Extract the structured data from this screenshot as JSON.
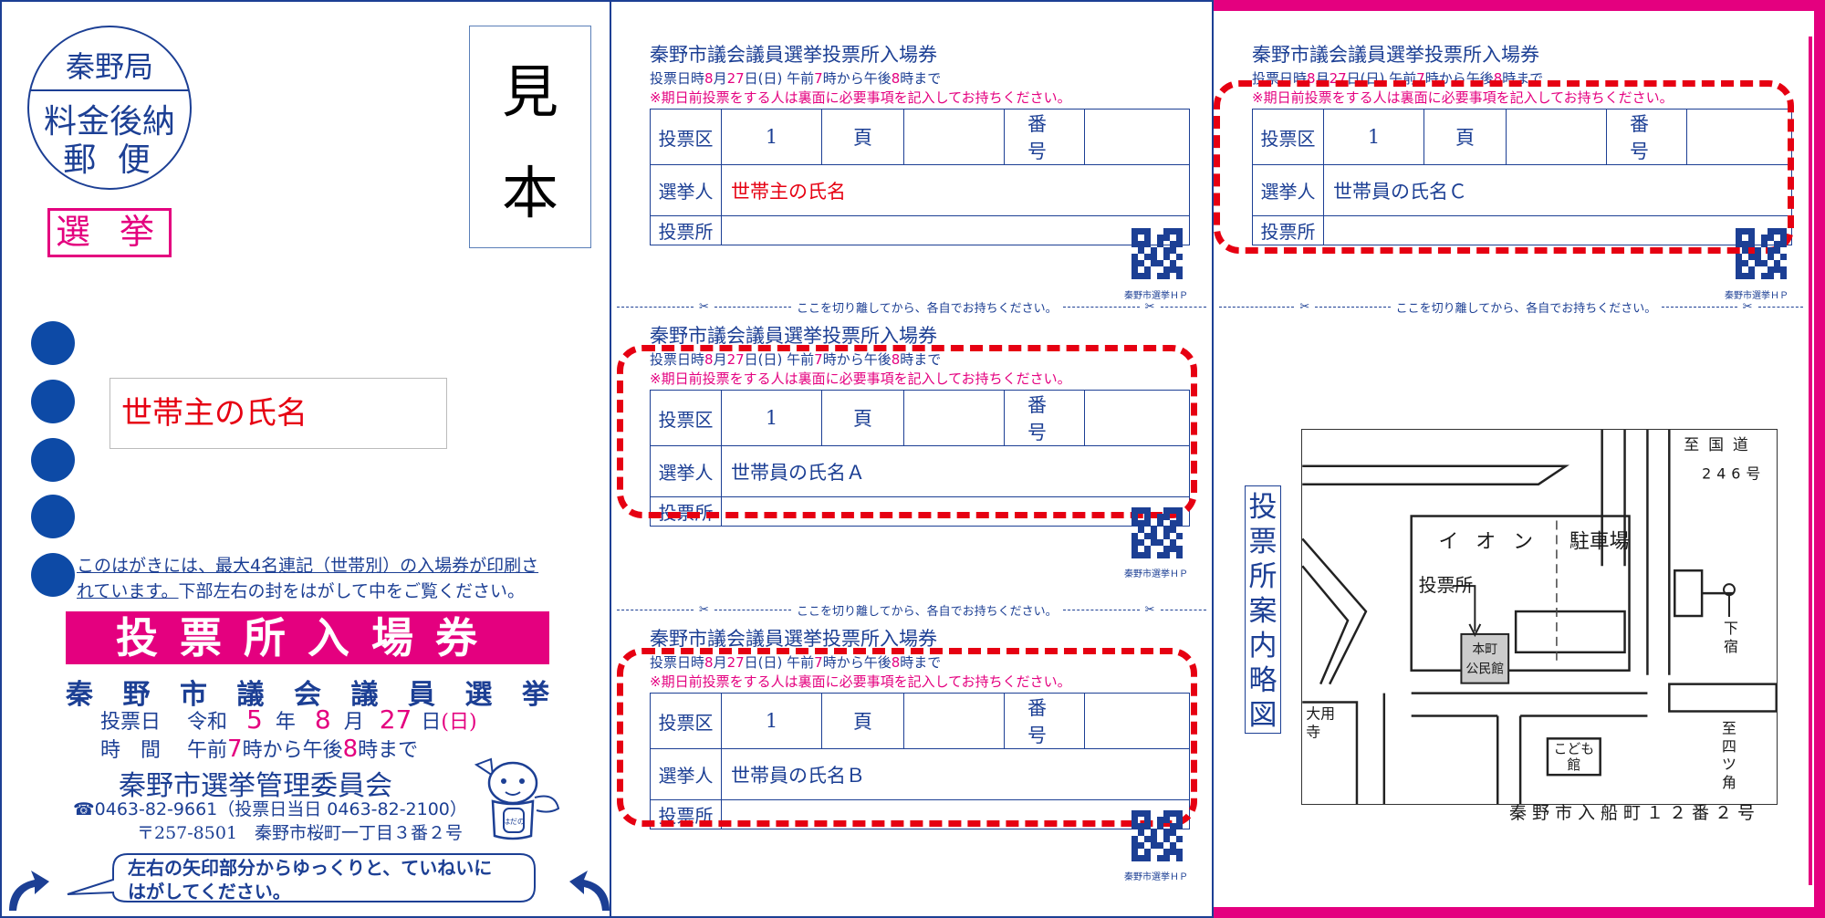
{
  "stamp": {
    "line1": "秦野局",
    "line2": "料金後納",
    "line3": "郵 便",
    "badge": "選 挙"
  },
  "sample_mark": {
    "char1": "見",
    "char2": "本"
  },
  "addressee": "世帯主の氏名",
  "notice": {
    "underlined": "このはがきには、最大4名連記（世帯別）の入場券が印刷されています。",
    "rest": "下部左右の封をはがして中をご覧ください。"
  },
  "banner": "投票所入場券",
  "election_name_chars": [
    "秦",
    "野",
    "市",
    "議",
    "会",
    "議",
    "員",
    "選",
    "挙"
  ],
  "vote_date": {
    "label": "投票日",
    "era": "令和",
    "year": "5",
    "year_unit": "年",
    "month": "8",
    "month_unit": "月",
    "day": "27",
    "day_unit": "日",
    "weekday": "(日)"
  },
  "vote_time": {
    "label": "時　間",
    "from_pre": "午前",
    "from_hour": "7",
    "mid": "時から午後",
    "to_hour": "8",
    "end": "時まで"
  },
  "committee": "秦野市選挙管理委員会",
  "phone": "☎0463-82-9661（投票日当日 0463-82-2100）",
  "address": "〒257-8501　秦野市桜町一丁目３番２号",
  "peel_instruction_line1": "左右の矢印部分からゆっくりと、ていねいに",
  "peel_instruction_line2": "はがしてください。",
  "mascot_label": "はだの",
  "ticket_common": {
    "title": "秦野市議会議員選挙投票所入場券",
    "time_pre": "投票日時",
    "time_month": "8",
    "time_mid1": "月",
    "time_day": "27",
    "time_mid2": "日(日) 午前",
    "time_from": "7",
    "time_mid3": "時から午後",
    "time_to": "8",
    "time_end": "時まで",
    "note": "※期日前投票をする人は裏面に必要事項を記入してお持ちください。",
    "label_district": "投票区",
    "district_no": "1",
    "label_page": "頁",
    "label_number": "番 号",
    "label_voter": "選挙人",
    "label_place": "投票所",
    "qr_label": "秦野市選挙ＨＰ"
  },
  "tickets": [
    {
      "name": "世帯主の氏名",
      "name_color": "#e60012"
    },
    {
      "name": "世帯員の氏名Ｃ",
      "name_color": "#1c3f94"
    },
    {
      "name": "世帯員の氏名Ａ",
      "name_color": "#1c3f94"
    },
    {
      "name": "世帯員の氏名Ｂ",
      "name_color": "#1c3f94"
    }
  ],
  "cut_instruction": "ここを切り離してから、各自でお持ちください。",
  "map": {
    "title": "投票所案内略図",
    "route_national": "至国道",
    "route_246": "246号",
    "aeon": "イ オ ン",
    "parking": "駐車場",
    "polling_place": "投票所",
    "hall_line1": "本町",
    "hall_line2": "公民館",
    "temple_line1": "大用",
    "temple_line2": "寺",
    "kids_line1": "こども",
    "kids_line2": "館",
    "shimojuku_1": "下",
    "shimojuku_2": "宿",
    "yotsukado_1": "至",
    "yotsukado_2": "四",
    "yotsukado_3": "ツ",
    "yotsukado_4": "角",
    "address": "秦野市入船町１２番２号"
  },
  "colors": {
    "brand_blue": "#1c3f94",
    "accent_pink": "#e4007f",
    "frame_red": "#e60012",
    "dot_blue": "#0d4aa6"
  }
}
